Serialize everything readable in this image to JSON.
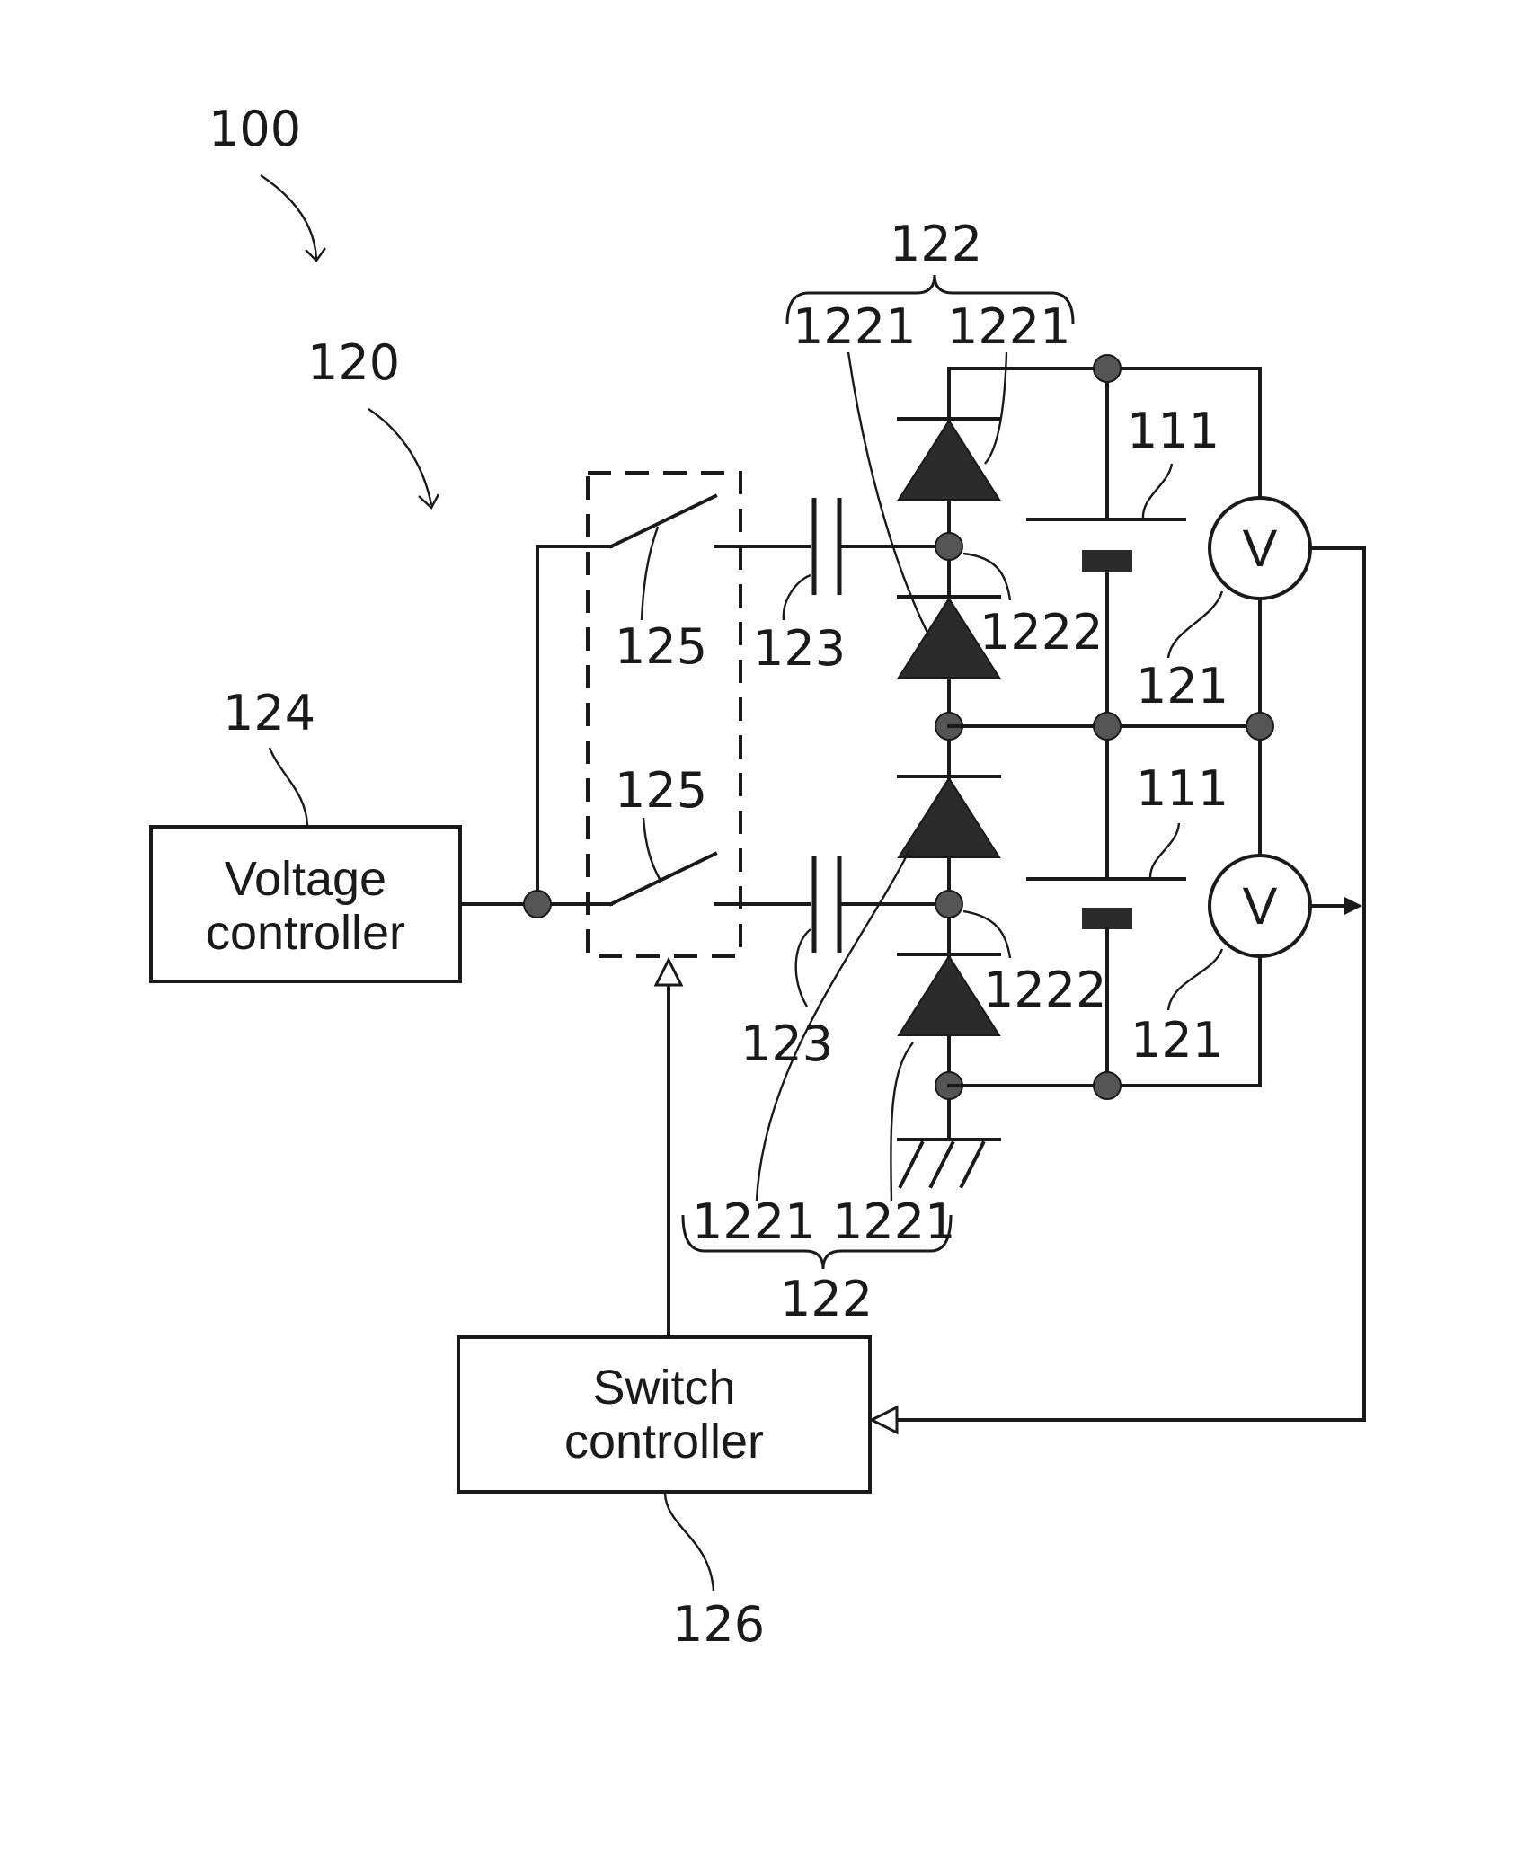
{
  "figure": {
    "ref_main": "100",
    "ref_circuit": "120",
    "voltage_controller": {
      "ref": "124",
      "line1": "Voltage",
      "line2": "controller"
    },
    "switch_controller": {
      "ref": "126",
      "line1": "Switch",
      "line2": "controller"
    },
    "switch_ref": "125",
    "capacitor_ref": "123",
    "diode_group_ref": "122",
    "diode_ref": "1221",
    "node_ref": "1222",
    "battery_ref": "111",
    "voltmeter_ref": "121",
    "voltmeter_symbol": "V"
  }
}
